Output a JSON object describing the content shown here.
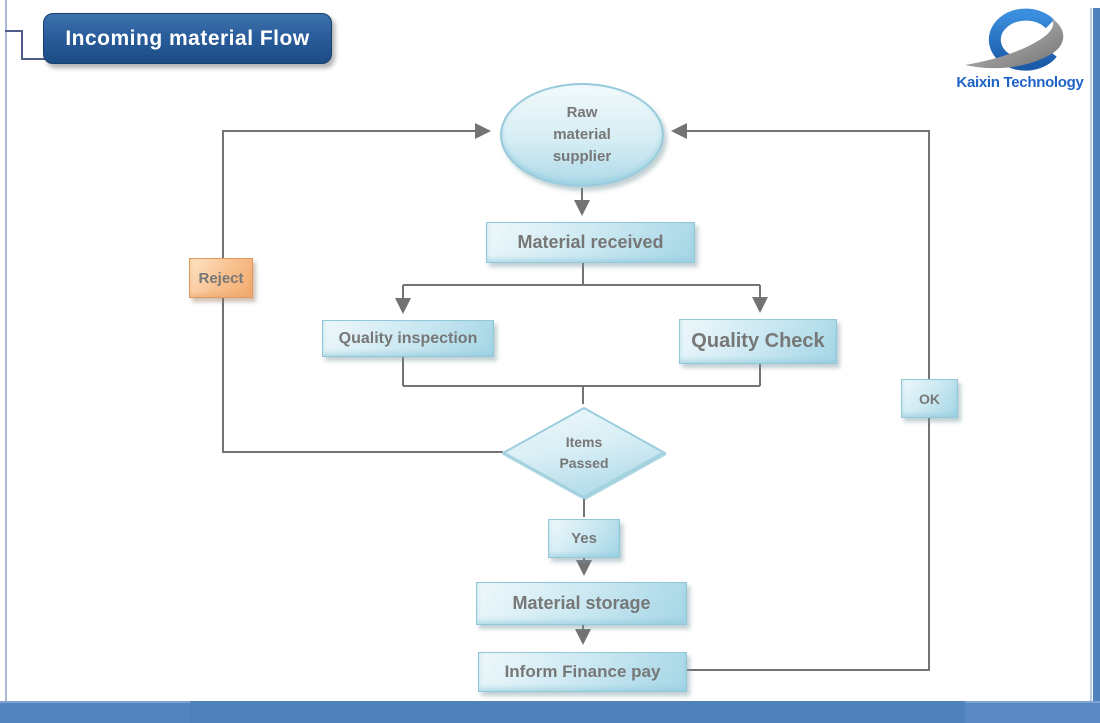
{
  "slide": {
    "title": "Incoming material Flow",
    "logo_text": "Kaixin Technology"
  },
  "flowchart": {
    "nodes": {
      "supplier": {
        "label": "Raw material supplier",
        "type": "terminator"
      },
      "material_received": {
        "label": "Material received",
        "type": "process"
      },
      "quality_inspection": {
        "label": "Quality inspection",
        "type": "process"
      },
      "quality_check": {
        "label": "Quality Check",
        "type": "process"
      },
      "items_passed": {
        "label": "Items Passed",
        "type": "decision"
      },
      "yes": {
        "label": "Yes",
        "type": "label-box"
      },
      "material_storage": {
        "label": "Material storage",
        "type": "process"
      },
      "inform_finance": {
        "label": "Inform Finance pay",
        "type": "process"
      },
      "reject": {
        "label": "Reject",
        "type": "label-box"
      },
      "ok": {
        "label": "OK",
        "type": "label-box"
      }
    },
    "edges": [
      {
        "from": "supplier",
        "to": "material_received",
        "arrow": true
      },
      {
        "from": "material_received",
        "to": "quality_inspection",
        "arrow": true
      },
      {
        "from": "material_received",
        "to": "quality_check",
        "arrow": true
      },
      {
        "from": "quality_inspection",
        "to": "items_passed",
        "arrow": false
      },
      {
        "from": "quality_check",
        "to": "items_passed",
        "arrow": false
      },
      {
        "from": "items_passed",
        "to": "supplier",
        "via": "reject",
        "arrow": true
      },
      {
        "from": "items_passed",
        "to": "yes",
        "arrow": false
      },
      {
        "from": "yes",
        "to": "material_storage",
        "arrow": true
      },
      {
        "from": "material_storage",
        "to": "inform_finance",
        "arrow": true
      },
      {
        "from": "inform_finance",
        "to": "supplier",
        "via": "ok",
        "arrow": true
      }
    ],
    "colors": {
      "accent_bar": "#4f81bd",
      "title_fill": "#235793",
      "node_fill_light": "#eef8fb",
      "node_fill_dark": "#a5d6e6",
      "node_border": "#93c8da",
      "reject_fill": "#f2a96c",
      "connector": "#737373",
      "node_text": "#777777",
      "logo_blue": "#1e63c8",
      "logo_gray": "#8e8e8e"
    }
  }
}
